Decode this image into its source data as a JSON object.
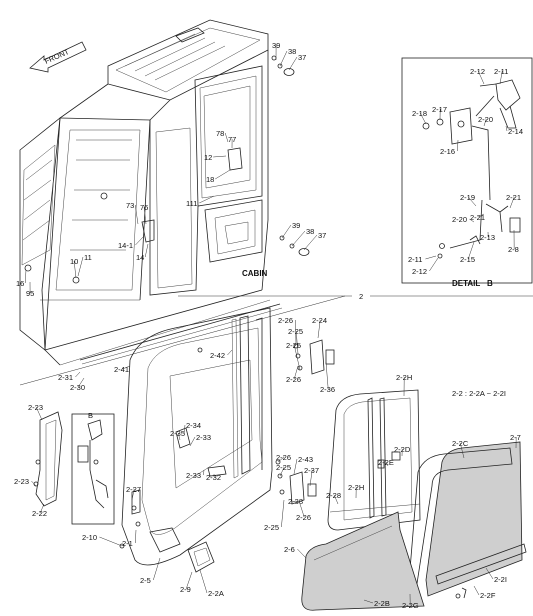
{
  "header": {
    "front_label": "FRONT",
    "cabin_label": "CABIN",
    "detail_label_prefix": "DETAIL",
    "detail_label_letter": "B",
    "section_callout": "2",
    "inset_letter": "B",
    "group_note": "2-2 : 2-2A ~ 2-2I"
  },
  "part_labels": [
    "39",
    "38",
    "37",
    "12",
    "78",
    "77",
    "18",
    "111",
    "73",
    "76",
    "14-1",
    "14",
    "10",
    "11",
    "16",
    "95",
    "39",
    "38",
    "37",
    "2-12",
    "2-11",
    "2-17",
    "2-18",
    "2-20",
    "2-14",
    "2-16",
    "2-19",
    "2-21",
    "2-20",
    "2-21",
    "2-13",
    "2-8",
    "2-11",
    "2-12",
    "2-15",
    "2-26",
    "2-24",
    "2-25",
    "2-42",
    "2-26",
    "2-25",
    "2-36",
    "2-31",
    "2-30",
    "2-41",
    "2-23",
    "2-23",
    "2-22",
    "2-34",
    "2-35",
    "2-33",
    "2-33",
    "2-32",
    "2-26",
    "2-25",
    "2-43",
    "2-37",
    "2-38",
    "2-26",
    "2-25",
    "2-27",
    "2-10",
    "2-1",
    "2-5",
    "2-9",
    "2-2A",
    "2-2H",
    "2-2D",
    "2-2E",
    "2-2H",
    "2-28",
    "2-2C",
    "2-7",
    "2-6",
    "2-2B",
    "2-2G",
    "2-2F",
    "2-2I"
  ]
}
